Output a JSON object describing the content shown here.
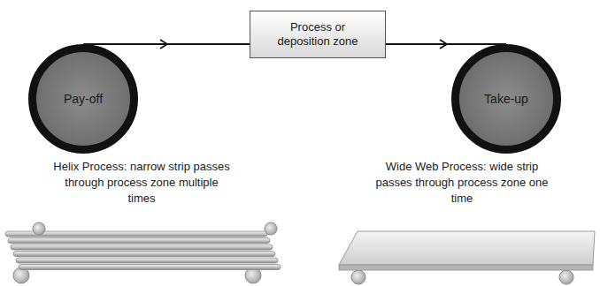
{
  "diagram": {
    "nodes": [
      {
        "text": [
          "Pay-off"
        ]
      },
      {
        "text": [
          "Process or deposition zone"
        ]
      },
      {
        "text": [
          "Take-up"
        ]
      }
    ],
    "edges": [
      {
        "from": 0,
        "to": 1,
        "arrow": "to"
      },
      {
        "from": 1,
        "to": 2,
        "arrow": "to"
      }
    ],
    "labels": [
      "Helix Process: narrow strip passes through process zone multiple times",
      "Wide Web Process: wide strip passes through process zone one time"
    ]
  }
}
